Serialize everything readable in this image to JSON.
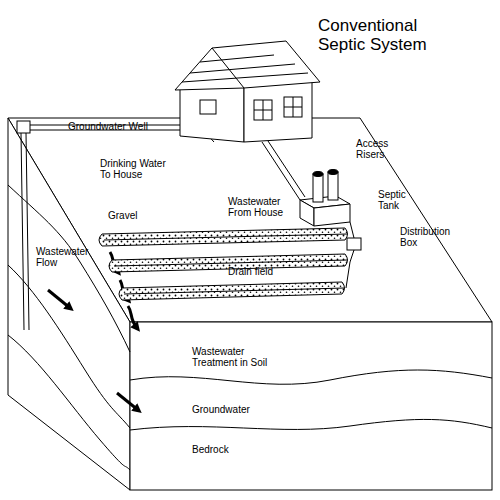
{
  "diagram": {
    "title": "Conventional Septic System",
    "labels": [
      "Groundwater Well",
      "Drinking Water To House",
      "Access Risers",
      "Wastewater From House",
      "Septic Tank",
      "Gravel",
      "Distribution Box",
      "Wastewater Flow",
      "Drain field",
      "Wastewater Treatment in Soil",
      "Groundwater",
      "Bedrock"
    ]
  }
}
